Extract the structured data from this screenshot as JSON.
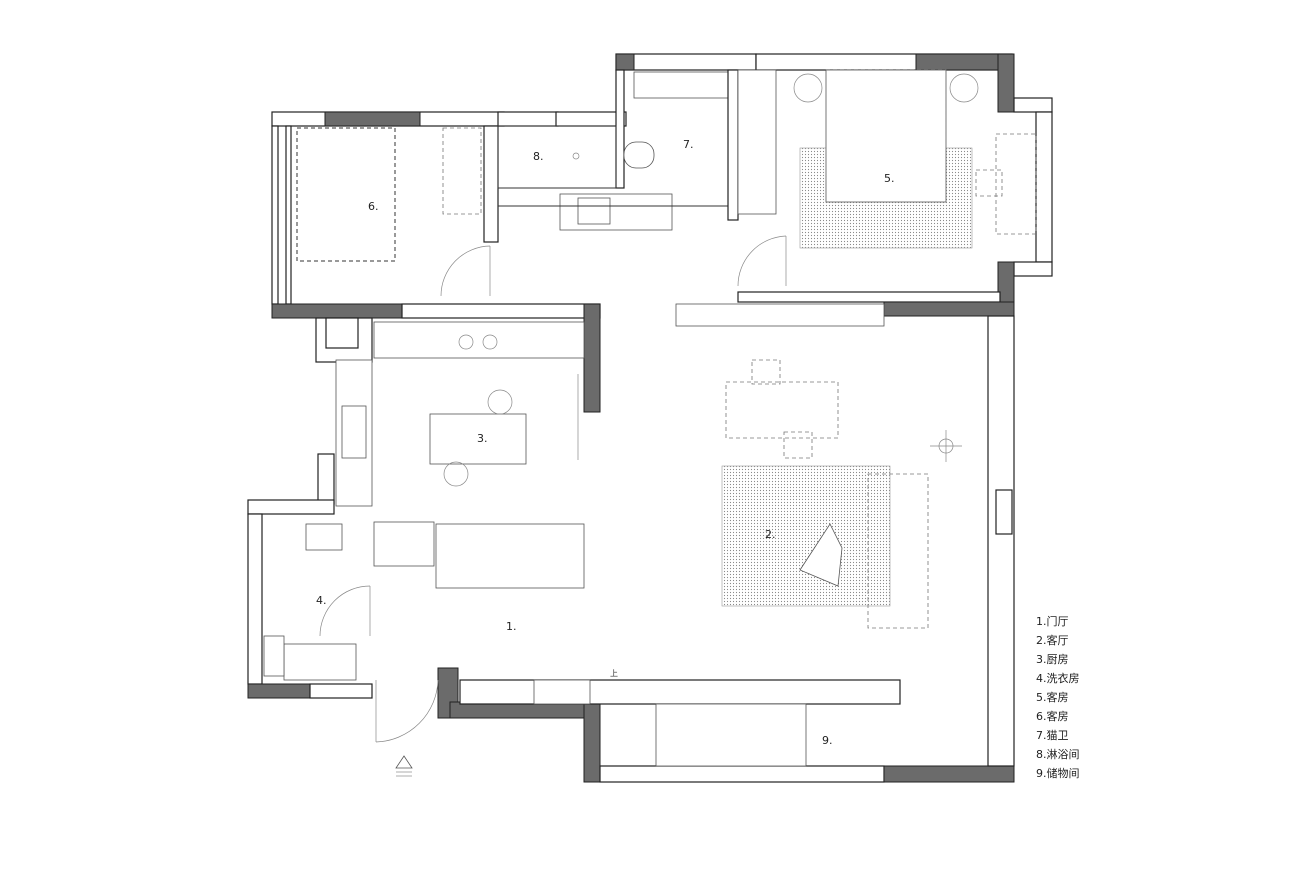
{
  "rooms": [
    {
      "id": "1",
      "label": "1."
    },
    {
      "id": "2",
      "label": "2."
    },
    {
      "id": "3",
      "label": "3."
    },
    {
      "id": "4",
      "label": "4."
    },
    {
      "id": "5",
      "label": "5."
    },
    {
      "id": "6",
      "label": "6."
    },
    {
      "id": "7",
      "label": "7."
    },
    {
      "id": "8",
      "label": "8."
    },
    {
      "id": "9",
      "label": "9."
    }
  ],
  "legend": [
    "1.门厅",
    "2.客厅",
    "3.厨房",
    "4.洗衣房",
    "5.客房",
    "6.客房",
    "7.猫卫",
    "8.淋浴间",
    "9.储物间"
  ],
  "stair_mark": "上"
}
